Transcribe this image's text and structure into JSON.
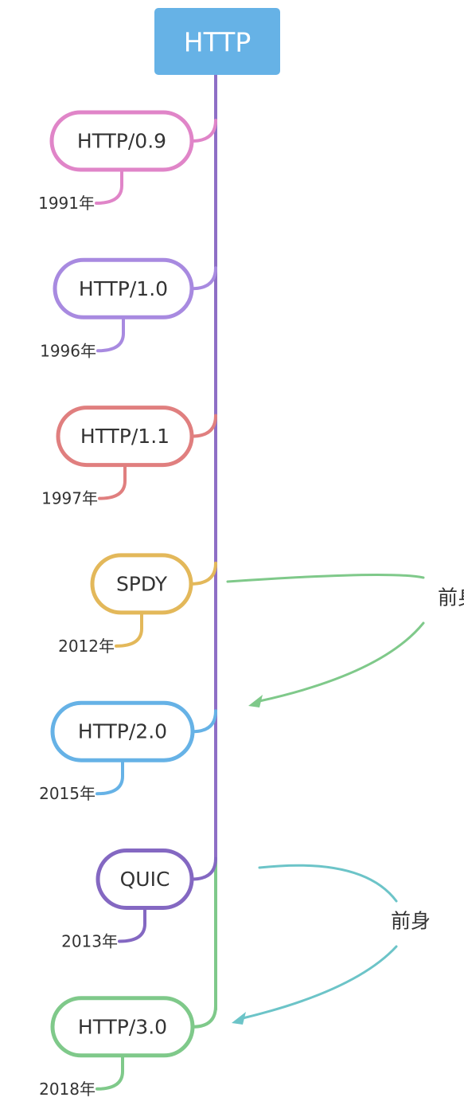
{
  "root": {
    "label": "HTTP",
    "color": "#66b2e6"
  },
  "trunk_color": "#8e6fc6",
  "trunk_tail_color": "#7fc98a",
  "nodes": [
    {
      "label": "HTTP/0.9",
      "year": "1991年",
      "color": "#e085c8"
    },
    {
      "label": "HTTP/1.0",
      "year": "1996年",
      "color": "#a88ae0"
    },
    {
      "label": "HTTP/1.1",
      "year": "1997年",
      "color": "#e07f7f"
    },
    {
      "label": "SPDY",
      "year": "2012年",
      "color": "#e3b85a"
    },
    {
      "label": "HTTP/2.0",
      "year": "2015年",
      "color": "#66b2e6"
    },
    {
      "label": "QUIC",
      "year": "2013年",
      "color": "#8468c2"
    },
    {
      "label": "HTTP/3.0",
      "year": "2018年",
      "color": "#7fc98a"
    }
  ],
  "relations": [
    {
      "from": "SPDY",
      "to": "HTTP/2.0",
      "label": "前身",
      "color": "#7fc98a"
    },
    {
      "from": "QUIC",
      "to": "HTTP/3.0",
      "label": "前身",
      "color": "#6cc4c8"
    }
  ]
}
